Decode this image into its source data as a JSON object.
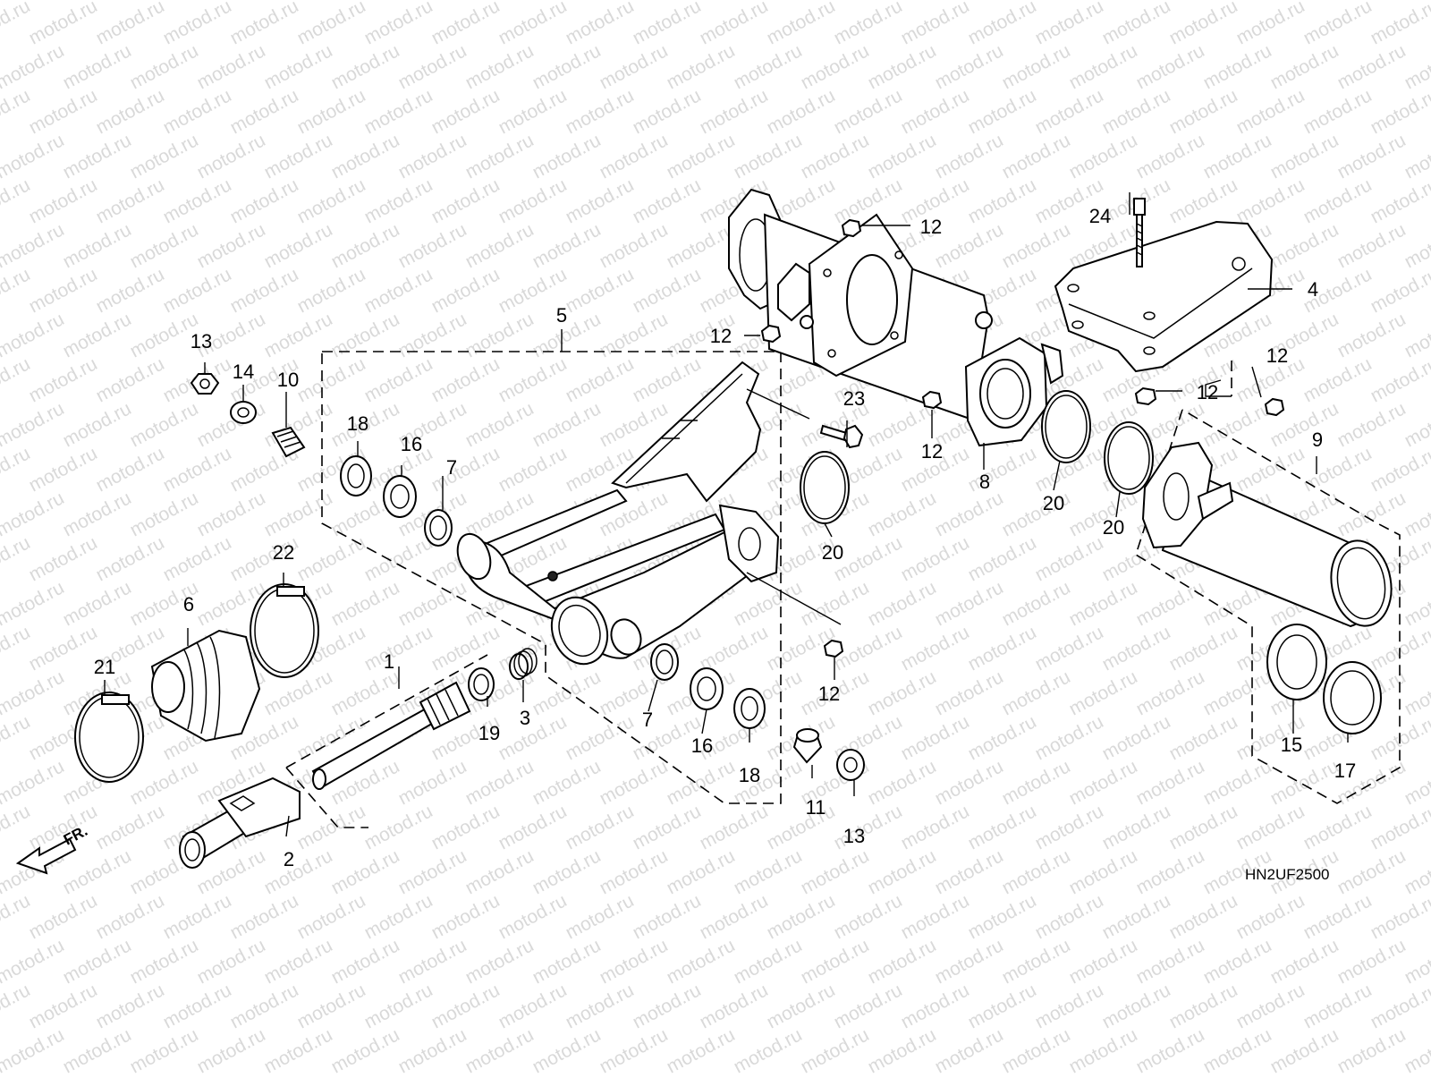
{
  "watermark": {
    "text": "motod.ru"
  },
  "drawing_code": "HN2UF2500",
  "front_marker": "FR.",
  "callouts": [
    {
      "id": "c1",
      "label": "1"
    },
    {
      "id": "c2",
      "label": "2"
    },
    {
      "id": "c3",
      "label": "3"
    },
    {
      "id": "c4",
      "label": "4"
    },
    {
      "id": "c5",
      "label": "5"
    },
    {
      "id": "c6",
      "label": "6"
    },
    {
      "id": "c7a",
      "label": "7"
    },
    {
      "id": "c7b",
      "label": "7"
    },
    {
      "id": "c8",
      "label": "8"
    },
    {
      "id": "c9",
      "label": "9"
    },
    {
      "id": "c10",
      "label": "10"
    },
    {
      "id": "c11",
      "label": "11"
    },
    {
      "id": "c12a",
      "label": "12"
    },
    {
      "id": "c12b",
      "label": "12"
    },
    {
      "id": "c12c",
      "label": "12"
    },
    {
      "id": "c12d",
      "label": "12"
    },
    {
      "id": "c12e",
      "label": "12"
    },
    {
      "id": "c12f",
      "label": "12"
    },
    {
      "id": "c13a",
      "label": "13"
    },
    {
      "id": "c13b",
      "label": "13"
    },
    {
      "id": "c14",
      "label": "14"
    },
    {
      "id": "c15",
      "label": "15"
    },
    {
      "id": "c16a",
      "label": "16"
    },
    {
      "id": "c16b",
      "label": "16"
    },
    {
      "id": "c17",
      "label": "17"
    },
    {
      "id": "c18a",
      "label": "18"
    },
    {
      "id": "c18b",
      "label": "18"
    },
    {
      "id": "c19",
      "label": "19"
    },
    {
      "id": "c20a",
      "label": "20"
    },
    {
      "id": "c20b",
      "label": "20"
    },
    {
      "id": "c20c",
      "label": "20"
    },
    {
      "id": "c21",
      "label": "21"
    },
    {
      "id": "c22",
      "label": "22"
    },
    {
      "id": "c23",
      "label": "23"
    },
    {
      "id": "c24",
      "label": "24"
    }
  ]
}
